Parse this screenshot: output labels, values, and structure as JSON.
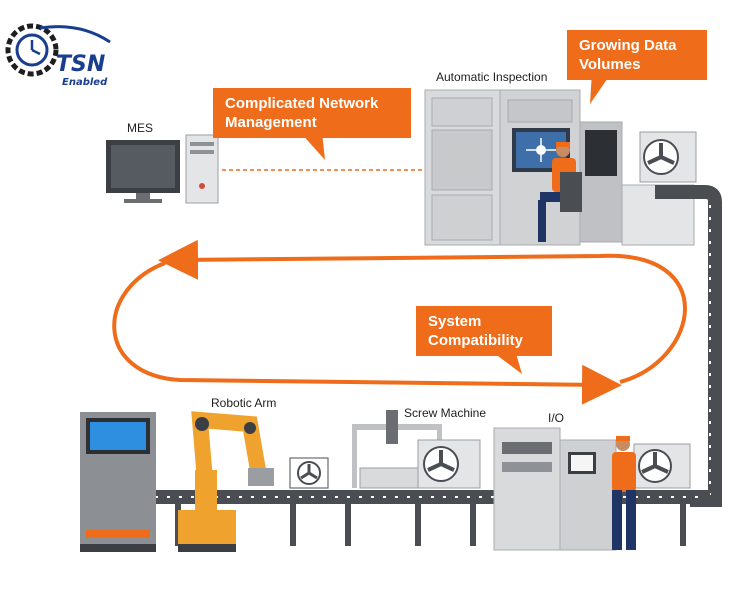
{
  "logo": {
    "main": "TSN",
    "sub": "Enabled"
  },
  "labels": {
    "mes": "MES",
    "automatic_inspection": "Automatic Inspection",
    "robotic_arm": "Robotic Arm",
    "screw_machine": "Screw Machine",
    "io": "I/O"
  },
  "callouts": {
    "network": {
      "line1": "Complicated Network",
      "line2": "Management"
    },
    "volumes": {
      "line1": "Growing Data",
      "line2": "Volumes"
    },
    "compat": {
      "line1": "System",
      "line2": "Compatibility"
    }
  },
  "colors": {
    "accent": "#ee6c1a",
    "brand": "#1a3d8f",
    "machine": "#d9dadb",
    "conveyor": "#4a4d52",
    "robot": "#f0a22e"
  }
}
